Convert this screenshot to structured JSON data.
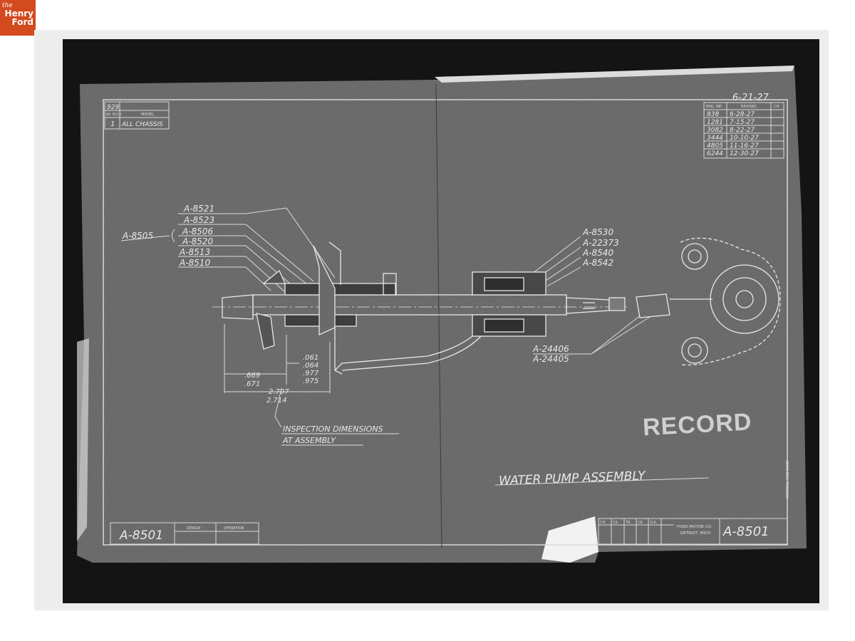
{
  "logo": {
    "the": "the",
    "henry": "Henry",
    "ford": "Ford"
  },
  "drawing": {
    "title": "WATER PUMP ASSEMBLY",
    "number": "A-8501",
    "number_left": "A-8501",
    "date": "6-21-27",
    "company_line1": "FORD MOTOR CO.",
    "company_line2": "DETROIT, MICH.",
    "stamp": "RECORD",
    "inspection_line1": "INSPECTION DIMENSIONS",
    "inspection_line2": "AT ASSEMBLY",
    "side_note": "MATERIAL AND NAME",
    "model_block": {
      "qty_header": "NO. REQ'D",
      "model_header": "MODEL",
      "qty": "1",
      "model": "929",
      "model_value": "ALL CHASSIS"
    },
    "footer_left_headers": [
      "DESIGN",
      "OPERATION"
    ],
    "footer_right_headers": [
      "CH.",
      "CK.",
      "TR.",
      "CK.",
      "O.K."
    ],
    "revision_headers": [
      "ENG. INF.",
      "REVISED",
      "CH."
    ],
    "revisions": [
      {
        "eng": "838",
        "date": "6-28-27"
      },
      {
        "eng": "1281",
        "date": "7-15-27"
      },
      {
        "eng": "3082",
        "date": "8-22-27"
      },
      {
        "eng": "3444",
        "date": "10-10-27"
      },
      {
        "eng": "4805",
        "date": "11-16-27"
      },
      {
        "eng": "6244",
        "date": "12-30-27"
      }
    ],
    "left_part_labels": [
      "A-8521",
      "A-8523",
      "A-8506",
      "A-8520",
      "A-8513",
      "A-8510"
    ],
    "bracket_label": "A-8505",
    "right_part_labels": [
      "A-8530",
      "A-22373",
      "A-8540",
      "A-8542"
    ],
    "lower_part_labels": [
      "A-24406",
      "A-24405"
    ],
    "dimensions": [
      ".669",
      ".671",
      "2.707",
      "2.714",
      ".061",
      ".064",
      ".977",
      ".975"
    ]
  }
}
